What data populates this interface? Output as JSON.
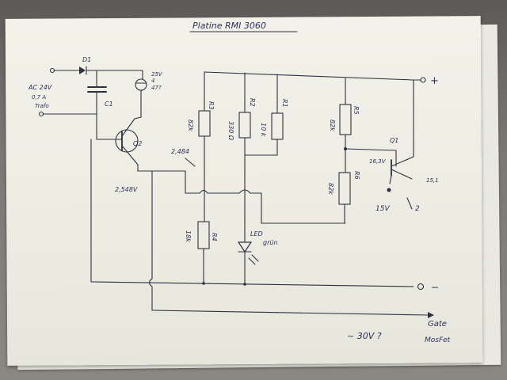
{
  "title": "Platine RMI 3060",
  "input_label_lines": [
    "AC 24V",
    "0,7 A",
    "Trafo"
  ],
  "components": {
    "d1": "D1",
    "c1": "C1",
    "cap_rating_lines": [
      "25V",
      "4",
      "47?"
    ],
    "q2": "Q2",
    "q1": "Q1",
    "r1": "R1",
    "r2": "R2",
    "r3": "R3",
    "r4": "R4",
    "r5": "R5",
    "r6": "R6",
    "r1_value": "10 k",
    "r2_value": "330 Ω",
    "r3_value": "82k",
    "r4_value": "18k",
    "r5_value": "82k",
    "r6_value": "82k",
    "led_lines": [
      "LED",
      "grün"
    ]
  },
  "measurements": {
    "v_2484": "2,484",
    "v_q2_emitter": "2,548V",
    "v_q1_base": "16,3V",
    "v_q1_emitter": "15,1",
    "v_15v": "15V",
    "v_2": "2",
    "v_30v": "~ 30V ?"
  },
  "terminals": {
    "plus": "+",
    "minus": "−",
    "gate_lines": [
      "Gate",
      "MosFet"
    ]
  }
}
